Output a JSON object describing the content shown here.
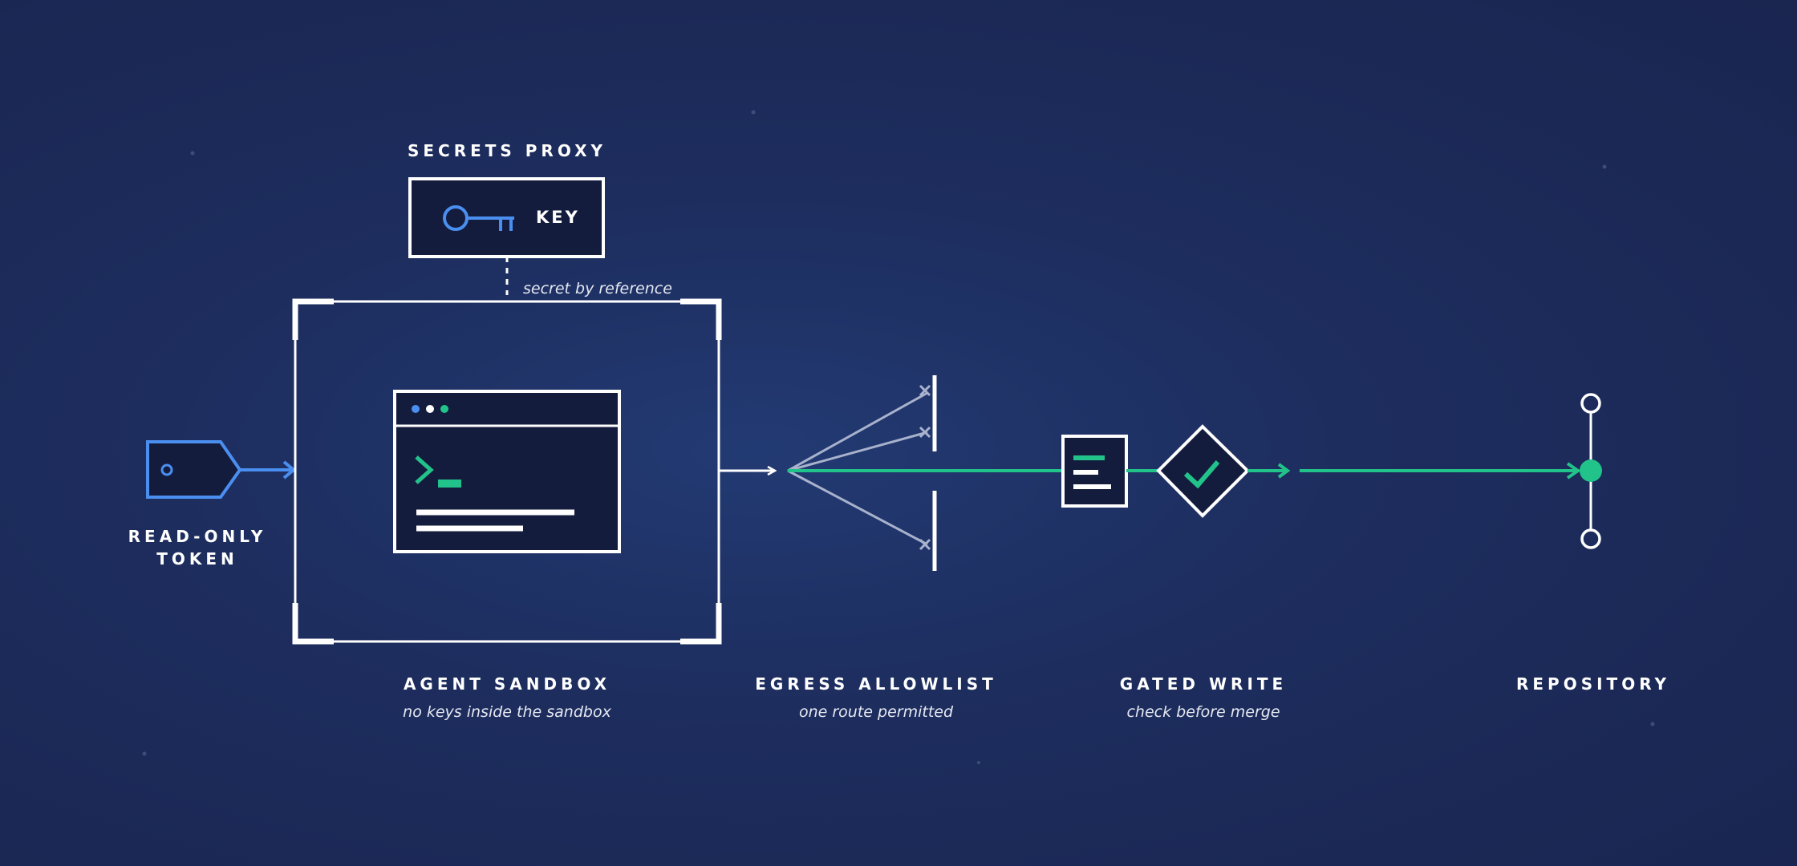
{
  "colors": {
    "background": "#1d2b5c",
    "panel": "#141c3e",
    "stroke": "#ffffff",
    "blue": "#4a8ff0",
    "green": "#22c38a",
    "muted_line": "#a9b2cc"
  },
  "secrets_proxy": {
    "title": "SECRETS PROXY",
    "key_label": "KEY",
    "link_label": "secret by reference",
    "icon": "key-icon"
  },
  "token": {
    "label_line1": "READ-ONLY",
    "label_line2": "TOKEN",
    "icon": "tag-icon"
  },
  "sandbox": {
    "title": "AGENT SANDBOX",
    "subtitle": "no keys inside the sandbox",
    "icon": "terminal-icon"
  },
  "egress": {
    "title": "EGRESS ALLOWLIST",
    "subtitle": "one route permitted",
    "blocked_routes": 3
  },
  "gated_write": {
    "title": "GATED WRITE",
    "subtitle": "check before merge",
    "icons": [
      "document-icon",
      "check-icon"
    ]
  },
  "repository": {
    "title": "REPOSITORY",
    "icon": "commit-node-icon"
  }
}
